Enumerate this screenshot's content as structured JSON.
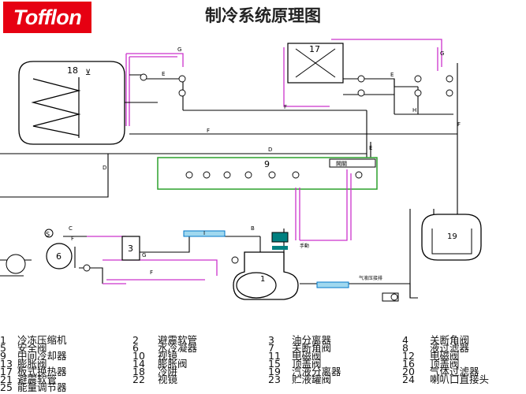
{
  "brand": "Tofflon",
  "title": "制冷系统原理图",
  "colors": {
    "brand_red": "#e60012",
    "pipe_black": "#000000",
    "pipe_magenta": "#cc33cc",
    "pipe_green": "#2ca02c",
    "pipe_blue": "#0077c8",
    "component_teal": "#008080"
  },
  "component_labels": {
    "c1": "1",
    "c3": "3",
    "c6": "6",
    "c9": "9",
    "c17": "17",
    "c18": "18",
    "c19": "19",
    "hand": "手動",
    "kaiguan": "開關",
    "bypass_text": "气液压接排"
  },
  "line_letters": {
    "E": "E",
    "D": "D",
    "F": "F",
    "G": "G",
    "H": "H",
    "B": "B",
    "C": "C",
    "I": "I"
  },
  "legend": [
    {
      "num": "1",
      "name": "冷冻压缩机"
    },
    {
      "num": "2",
      "name": "避震软管"
    },
    {
      "num": "3",
      "name": "油分离器"
    },
    {
      "num": "4",
      "name": "关断角阀"
    },
    {
      "num": "5",
      "name": "安全阀"
    },
    {
      "num": "6",
      "name": "水冷凝器"
    },
    {
      "num": "7",
      "name": "关断角阀"
    },
    {
      "num": "8",
      "name": "液过滤器"
    },
    {
      "num": "9",
      "name": "中间冷却器"
    },
    {
      "num": "10",
      "name": "视镜"
    },
    {
      "num": "11",
      "name": "电磁阀"
    },
    {
      "num": "12",
      "name": "电磁阀"
    },
    {
      "num": "13",
      "name": "膨胀阀"
    },
    {
      "num": "14",
      "name": "膨胀阀"
    },
    {
      "num": "15",
      "name": "顶盖阀"
    },
    {
      "num": "16",
      "name": "顶盖阀"
    },
    {
      "num": "17",
      "name": "板式换热器"
    },
    {
      "num": "18",
      "name": "冷阱"
    },
    {
      "num": "19",
      "name": "汽液分离器"
    },
    {
      "num": "20",
      "name": "气体过滤器"
    },
    {
      "num": "21",
      "name": "避震软管"
    },
    {
      "num": "22",
      "name": "视镜"
    },
    {
      "num": "23",
      "name": "贮液罐阀"
    },
    {
      "num": "24",
      "name": "喇叭口直接头"
    },
    {
      "num": "25",
      "name": "能量调节器"
    }
  ]
}
